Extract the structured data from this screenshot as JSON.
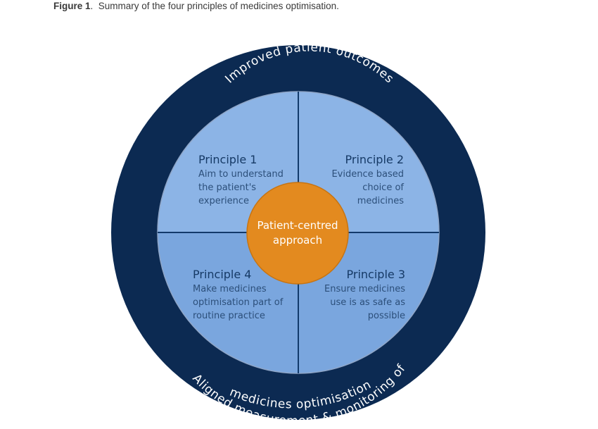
{
  "caption": {
    "label": "Figure 1",
    "text": "Summary of the four principles of medicines optimisation."
  },
  "diagram": {
    "outer_ring": {
      "top_text": "Improved patient outcomes",
      "bottom_text_line1": "Aligned measurement & monitoring of",
      "bottom_text_line2": "medicines optimisation"
    },
    "center": {
      "line1": "Patient-centred",
      "line2": "approach"
    },
    "principles": [
      {
        "title": "Principle 1",
        "lines": [
          "Aim to understand",
          "the patient's",
          "experience"
        ]
      },
      {
        "title": "Principle 2",
        "lines": [
          "Evidence based",
          "choice of",
          "medicines"
        ]
      },
      {
        "title": "Principle 3",
        "lines": [
          "Ensure medicines",
          "use is as safe as",
          "possible"
        ]
      },
      {
        "title": "Principle 4",
        "lines": [
          "Make medicines",
          "optimisation part of",
          "routine practice"
        ]
      }
    ],
    "colors": {
      "outer_ring": "#0c2a52",
      "ring_edge": "#8fa6c8",
      "quadrant_top": "#8cb4e6",
      "quadrant_bottom": "#7aa6de",
      "divider": "#123a6b",
      "center": "#e38a1f",
      "center_stroke": "#c77412"
    }
  }
}
